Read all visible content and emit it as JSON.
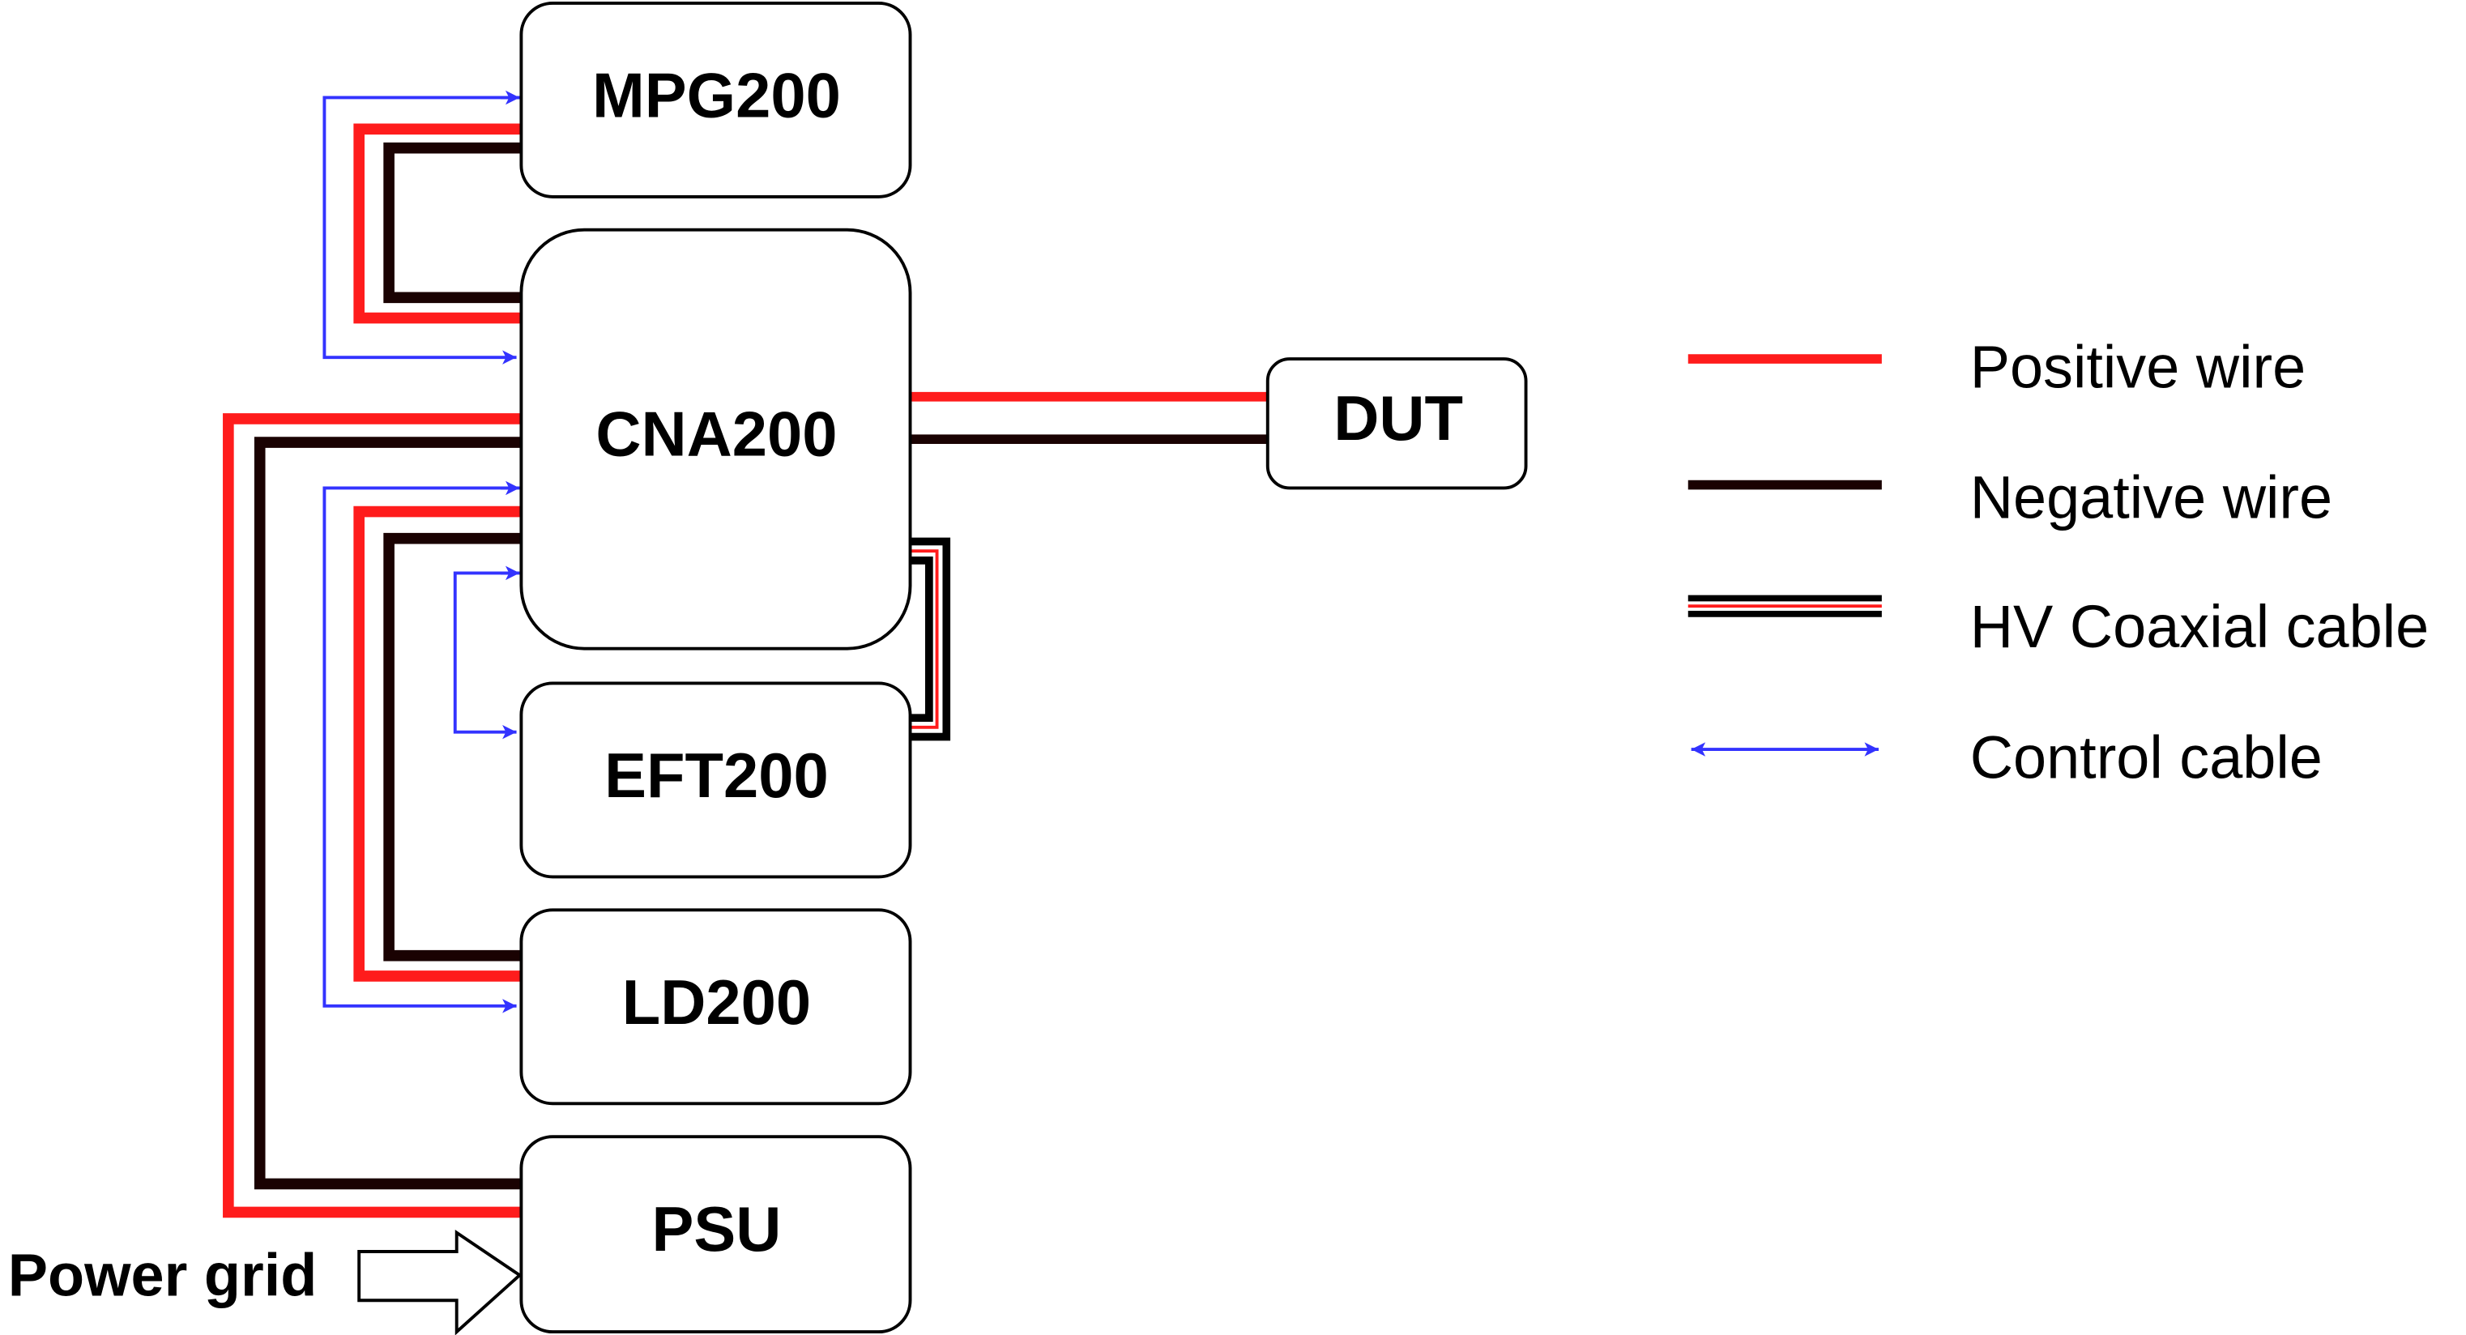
{
  "colors": {
    "positive": "#ff1c1c",
    "negative": "#1a0202",
    "control": "#3333ff",
    "box_stroke": "#000000"
  },
  "blocks": {
    "mpg200": "MPG200",
    "cna200": "CNA200",
    "eft200": "EFT200",
    "ld200": "LD200",
    "psu": "PSU",
    "dut": "DUT"
  },
  "input": {
    "power_grid": "Power grid"
  },
  "connections": [
    {
      "from": "CNA200",
      "to": "MPG200",
      "cables": [
        "positive",
        "negative",
        "control"
      ]
    },
    {
      "from": "CNA200",
      "to": "PSU",
      "cables": [
        "positive",
        "negative"
      ]
    },
    {
      "from": "CNA200",
      "to": "LD200",
      "cables": [
        "positive",
        "negative",
        "control"
      ]
    },
    {
      "from": "CNA200",
      "to": "EFT200",
      "cables": [
        "control",
        "hv-coax"
      ]
    },
    {
      "from": "CNA200",
      "to": "DUT",
      "cables": [
        "positive",
        "negative"
      ]
    },
    {
      "from": "Power grid",
      "to": "PSU",
      "cables": [
        "power-input"
      ]
    }
  ],
  "legend": [
    {
      "key": "positive",
      "label": "Positive wire"
    },
    {
      "key": "negative",
      "label": "Negative wire"
    },
    {
      "key": "coax",
      "label": "HV Coaxial cable"
    },
    {
      "key": "control",
      "label": "Control cable"
    }
  ]
}
